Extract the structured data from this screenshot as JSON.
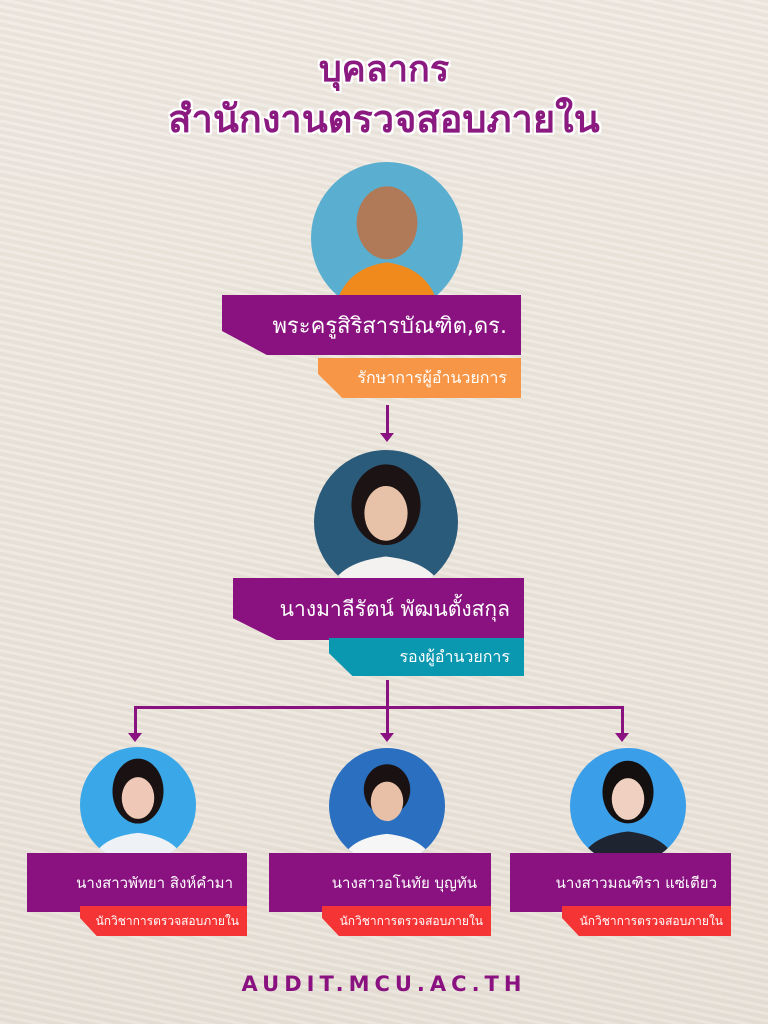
{
  "title": {
    "line1": "บุคลากร",
    "line2": "สำนักงานตรวจสอบภายใน"
  },
  "director": {
    "name": "พระครูสิริสารบัณฑิต,ดร.",
    "role": "รักษาการผู้อำนวยการ"
  },
  "deputy": {
    "name": "นางมาลีรัตน์ พัฒนตั้งสกุล",
    "role": "รองผู้อำนวยการ"
  },
  "staff": [
    {
      "name": "นางสาวพัทยา สิงห์คำมา",
      "role": "นักวิชาการตรวจสอบภายใน"
    },
    {
      "name": "นางสาวอโนทัย บุญทัน",
      "role": "นักวิชาการตรวจสอบภายใน"
    },
    {
      "name": "นางสาวมณฑิรา แซ่เตียว",
      "role": "นักวิชาการตรวจสอบภายใน"
    }
  ],
  "footer": "AUDIT.MCU.AC.TH",
  "colors": {
    "purple": "#8a1280",
    "orange": "#f79646",
    "teal": "#0a97b0",
    "red": "#f53535"
  }
}
